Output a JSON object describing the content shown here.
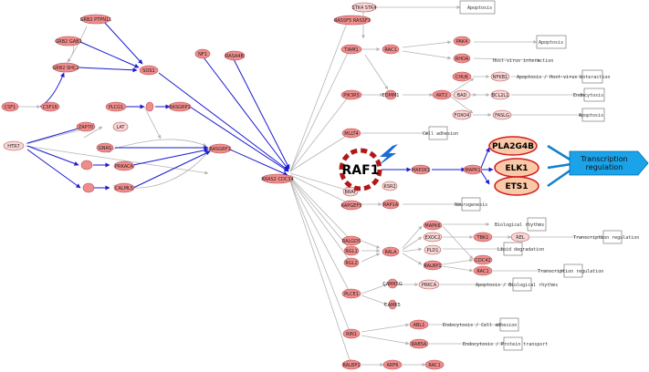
{
  "colors": {
    "node_fill": "#f08c8c",
    "node_stroke": "#b85050",
    "node_pale_fill": "#f8d6d6",
    "edge_grey": "#b4b4b4",
    "edge_blue": "#1a1ad0",
    "highlight_fill": "#f9c9a8",
    "highlight_stroke": "#d42020",
    "output_fill": "#1aa3e8",
    "output_edge": "#1280c8",
    "raf_ring": "#b01818",
    "lightning": "#1b6bd6"
  },
  "nodes": {
    "csf1": "CSF1",
    "csf1r": "CSF1R",
    "grb2_ptpn11": "GRB2 PTPN11",
    "grb2_gab1": "GRB2 GAB1",
    "grb2_shc2": "GRB2 SHC2",
    "sos1": "SOS1",
    "nf1": "NF1",
    "rasa4b": "RASA4B",
    "plcg1": "PLCG1",
    "n_small1": "",
    "rasgrp1": "RASGRP1",
    "zap70": "ZAP70",
    "lat": "LAT",
    "htr7": "HTR7",
    "gnas": "GNAS",
    "n_small2": "",
    "prkaca_l": "PRKACA",
    "n_small3": "",
    "calml5": "CALML5",
    "rasgrf1": "RASGRF1",
    "rras2": "RRAS2 CDC34",
    "rassf5": "RASSF5 RASSF1",
    "stk4": "STK4 STK4",
    "tiam1": "TIAM1",
    "rac1_top": "RAC1",
    "pak4": "PAK4",
    "rhoa": "RHOA",
    "pik3r5": "PIK3R5",
    "edmm1": "EDMM1",
    "akt2": "AKT2",
    "chuk": "CHUK",
    "nfkb1": "NFKB1",
    "bad": "BAD",
    "bcl2l1": "BCL2L1",
    "foxo4": "FOXO4",
    "fasl": "FASLG",
    "mllt4": "MLLT4",
    "map2k1": "MAP2K1",
    "mapk1": "MAPK1",
    "braf": "BRAF",
    "ksr2": "KSR2",
    "rapgef5": "RAPGEF5",
    "rap1a": "RAP1A",
    "ralgds": "RALGDS",
    "rgl1": "RGL1",
    "rgl2": "RGL2",
    "rala": "RALA",
    "mapk6": "MAPK6",
    "exoc2": "EXOC2",
    "pld1": "PLD1",
    "ralbp1": "RALBP1",
    "tbk1": "TBK1",
    "rel": "REL",
    "cdc42": "CDC42",
    "rac1_low": "RAC1",
    "plce1": "PLCE1",
    "n_small4": "CAMK5G",
    "prkca": "PRKCA",
    "camk5": "CAMK5",
    "rin1": "RIN1",
    "abl1": "ABL1",
    "rab5a": "RAB5A",
    "ralbp1b": "RALBP1",
    "arf6": "ARF6",
    "rac1_bot": "RAC1"
  },
  "processes": {
    "apoptosis_1": "Apoptosis",
    "apoptosis_2": "Apoptosis",
    "host_virus_1": "Host-virus interaction",
    "apoptosis_host_virus": "Apoptosis / Host-virus interaction",
    "endocytosis_1": "Endocytosis",
    "apoptosis_3": "Apoptosis",
    "cell_adhesion": "Cell adhesion",
    "neurogenesis": "Neurogenesis",
    "biological_rhythms_1": "Biological rhythms",
    "transcription_regulation_1": "Transcription regulation",
    "lipid_degradation": "Lipid degradation",
    "transcription_regulation_2": "Transcription regulation",
    "apoptosis_bio_rhythms": "Apoptosis / Biological rhythms",
    "endocytosis_cell_adhesion": "Endocytosis / Cell adhesion",
    "endocytosis_protein_transport": "Endocytosis / Protein transport"
  },
  "highlight": {
    "raf1": "RAF1",
    "pla2g4b": "PLA2G4B",
    "elk1": "ELK1",
    "ets1": "ETS1",
    "output": [
      "Transcription",
      "regulation"
    ]
  }
}
